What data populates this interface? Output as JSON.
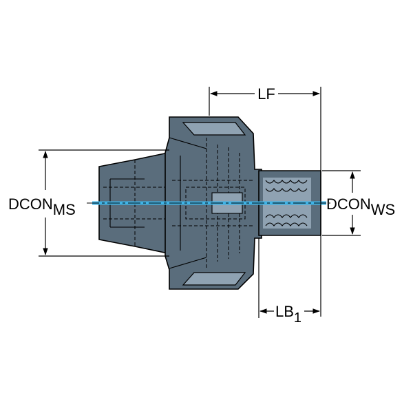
{
  "labels": {
    "lf": "LF",
    "lb": "LB",
    "lb_sub": "1",
    "dcon_ms": "DCON",
    "dcon_ms_sub": "MS",
    "dcon_ws": "DCON",
    "dcon_ws_sub": "WS"
  },
  "colors": {
    "body_fill": "#5a6d7c",
    "body_light": "#8fa2b2",
    "outline": "#000000",
    "coolant_channel": "#3fb3e6",
    "background": "#ffffff"
  }
}
